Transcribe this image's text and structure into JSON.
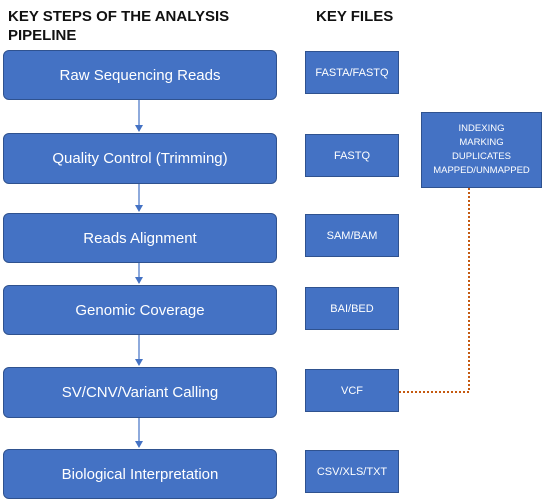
{
  "headings": {
    "steps": "KEY STEPS OF THE ANALYSIS PIPELINE",
    "files": "KEY FILES"
  },
  "steps": [
    {
      "label": "Raw Sequencing Reads",
      "file": "FASTA/FASTQ"
    },
    {
      "label": "Quality Control (Trimming)",
      "file": "FASTQ"
    },
    {
      "label": "Reads Alignment",
      "file": "SAM/BAM"
    },
    {
      "label": "Genomic Coverage",
      "file": "BAI/BED"
    },
    {
      "label": "SV/CNV/Variant Calling",
      "file": "VCF"
    },
    {
      "label": "Biological Interpretation",
      "file": "CSV/XLS/TXT"
    }
  ],
  "note": {
    "lines": [
      "INDEXING",
      "MARKING",
      "DUPLICATES",
      "MAPPED/UNMAPPED"
    ]
  },
  "colors": {
    "box_fill": "#4472c4",
    "box_border": "#2f528f",
    "arrow": "#4472c4",
    "dotted_connector": "#c55a11"
  }
}
